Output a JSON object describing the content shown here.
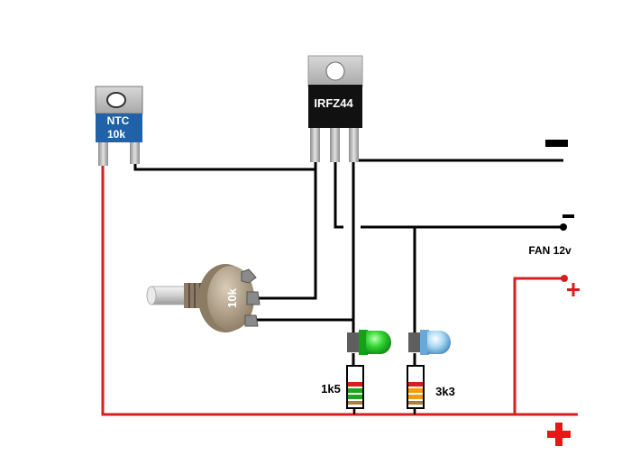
{
  "ntc": {
    "line1": "NTC",
    "line2": "10k"
  },
  "mosfet": {
    "label": "IRFZ44"
  },
  "potentiometer": {
    "label": "10k"
  },
  "resistor_green": {
    "label": "1k5"
  },
  "resistor_blue": {
    "label": "3k3"
  },
  "fan": {
    "label": "FAN 12v",
    "minus_sign": "−",
    "minus_sign_2": "−"
  },
  "supply": {
    "plus_small": "+",
    "plus_big": "+"
  },
  "colors": {
    "black_wire": "#000000",
    "red_wire": "#d81e1e",
    "ntc_body": "#1f62a8",
    "mosfet_tab": "#bdbdbd",
    "mosfet_body": "#111111",
    "led_green": "#22cc22",
    "led_blue": "#8ec9ee",
    "pot_body": "#a89880"
  }
}
